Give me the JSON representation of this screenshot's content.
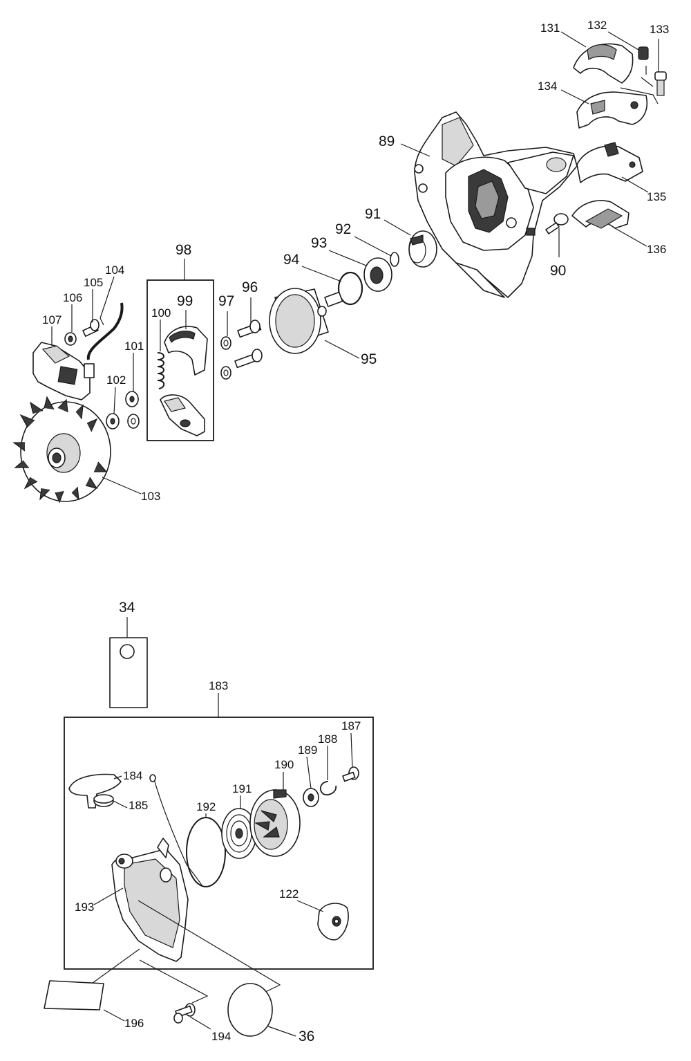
{
  "diagram": {
    "upper_assembly": {
      "labels": {
        "p131": "131",
        "p132": "132",
        "p133": "133",
        "p134": "134",
        "p135": "135",
        "p136": "136",
        "p89": "89",
        "p90": "90",
        "p91": "91",
        "p92": "92",
        "p93": "93",
        "p94": "94",
        "p95": "95",
        "p96": "96",
        "p97": "97",
        "p98": "98",
        "p99": "99",
        "p100": "100",
        "p101": "101",
        "p102": "102",
        "p103": "103",
        "p104": "104",
        "p105": "105",
        "p106": "106",
        "p107": "107"
      }
    },
    "lower_assembly": {
      "labels": {
        "p34": "34",
        "p183": "183",
        "p184": "184",
        "p185": "185",
        "p187": "187",
        "p188": "188",
        "p189": "189",
        "p190": "190",
        "p191": "191",
        "p192": "192",
        "p193": "193",
        "p122": "122",
        "p194": "194",
        "p196": "196",
        "p36": "36"
      }
    }
  }
}
